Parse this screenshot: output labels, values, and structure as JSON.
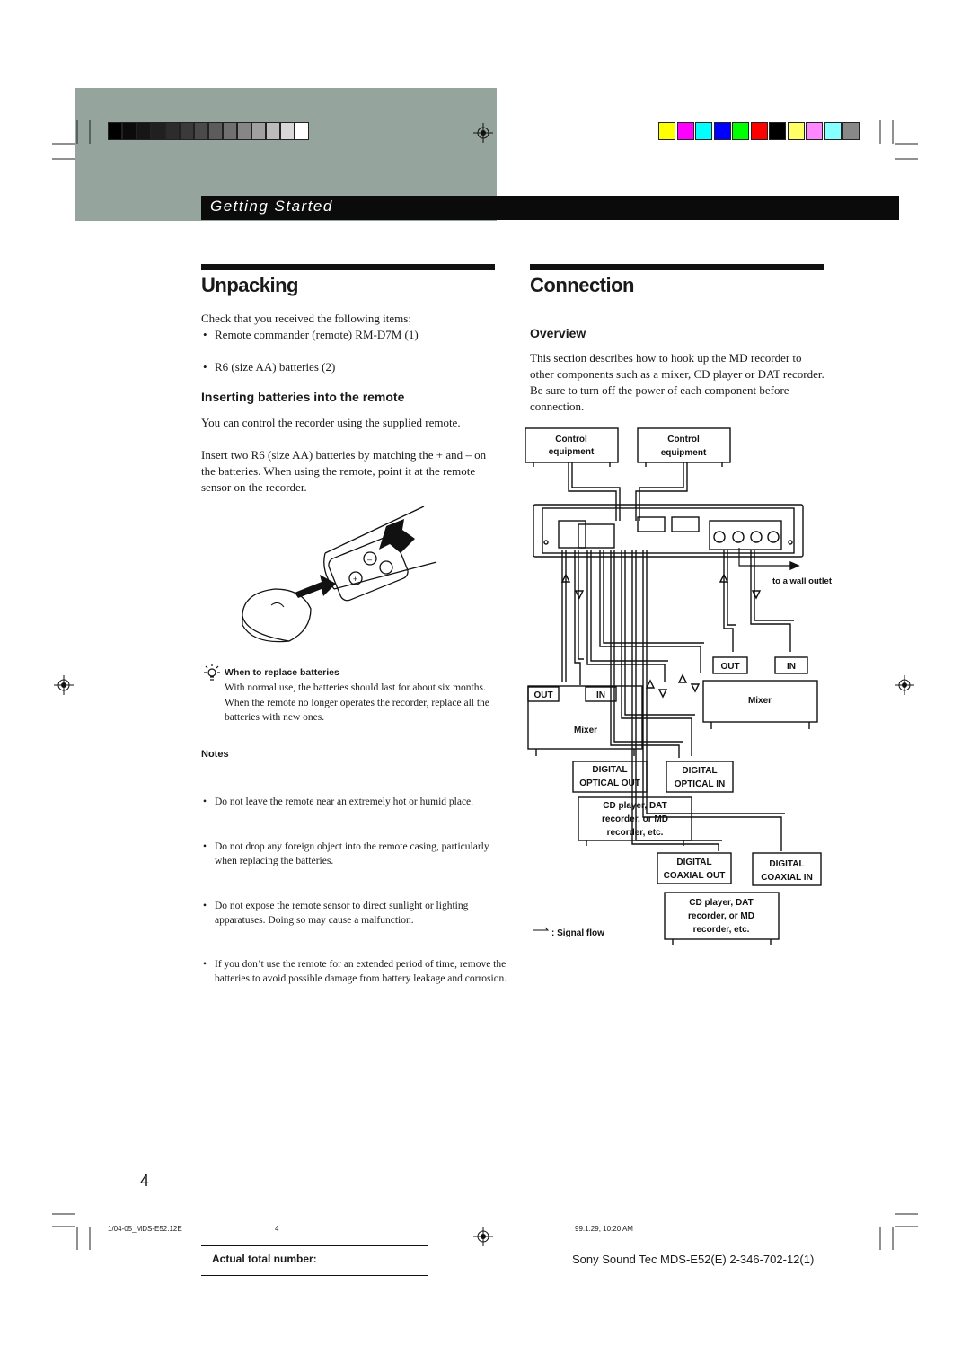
{
  "header": {
    "section_title": "Getting Started",
    "gray_swatches": [
      "#000000",
      "#0b0b0b",
      "#161616",
      "#202020",
      "#2c2c2c",
      "#3a3a3a",
      "#4a4a4a",
      "#5c5c5c",
      "#707070",
      "#868686",
      "#a0a0a0",
      "#bcbcbc",
      "#d8d8d8",
      "#ffffff"
    ],
    "color_swatches": [
      "#ffff00",
      "#ff00ff",
      "#00ffff",
      "#0000ff",
      "#00ff00",
      "#ff0000",
      "#000000",
      "#ffff66",
      "#ff88ff",
      "#88ffff",
      "#888888"
    ],
    "band_color": "#95a49c"
  },
  "unpacking": {
    "title": "Unpacking",
    "intro": "Check that you received the following items:",
    "items": [
      "Remote commander (remote) RM-D7M (1)",
      "R6 (size AA) batteries (2)"
    ],
    "batteries_heading": "Inserting batteries into the remote",
    "para1": "You can control the recorder using the supplied remote.",
    "para2": "Insert two R6 (size AA) batteries by matching the + and – on the batteries. When using the remote, point it at the remote sensor on the recorder.",
    "tip_heading": "When to replace batteries",
    "tip_text": "With normal use, the batteries should last for about six months. When the remote no longer operates the recorder, replace all the batteries with new ones.",
    "notes_heading": "Notes",
    "notes": [
      "Do not leave the remote near an extremely hot or humid place.",
      "Do not drop any foreign object into the remote casing, particularly when replacing the batteries.",
      "Do not expose the remote sensor to direct sunlight or lighting apparatuses. Doing so may cause a malfunction.",
      "If you don’t use the remote for an extended period of time, remove the batteries to avoid possible damage from battery leakage and corrosion."
    ]
  },
  "connection": {
    "title": "Connection",
    "overview_heading": "Overview",
    "overview_text": "This section describes how to hook up the MD recorder to other components such as a mixer, CD player or DAT recorder.  Be sure to turn off the power of each component before connection."
  },
  "diagram": {
    "control_equipment_left_1": "Control",
    "control_equipment_left_2": "equipment",
    "control_equipment_right_1": "Control",
    "control_equipment_right_2": "equipment",
    "wall_outlet": "to a wall outlet",
    "mixer_left": "Mixer",
    "mixer_left_out": "OUT",
    "mixer_left_in": "IN",
    "mixer_right": "Mixer",
    "mixer_right_out": "OUT",
    "mixer_right_in": "IN",
    "digital_optical_out_1": "DIGITAL",
    "digital_optical_out_2": "OPTICAL OUT",
    "digital_optical_in_1": "DIGITAL",
    "digital_optical_in_2": "OPTICAL IN",
    "cd_player_1_line1": "CD player, DAT",
    "cd_player_1_line2": "recorder, or MD",
    "cd_player_1_line3": "recorder, etc.",
    "digital_coaxial_out_1": "DIGITAL",
    "digital_coaxial_out_2": "COAXIAL OUT",
    "digital_coaxial_in_1": "DIGITAL",
    "digital_coaxial_in_2": "COAXIAL IN",
    "cd_player_2_line1": "CD player, DAT",
    "cd_player_2_line2": "recorder, or MD",
    "cd_player_2_line3": "recorder, etc.",
    "signal_flow": ": Signal flow"
  },
  "page_number": "4",
  "footer": {
    "file_name": "1/04-05_MDS-E52.12E",
    "file_page": "4",
    "timestamp": "99.1.29, 10:20 AM",
    "actual_total_label": "Actual total number:",
    "model_line": "Sony Sound Tec MDS-E52(E) 2-346-702-12(1)"
  }
}
